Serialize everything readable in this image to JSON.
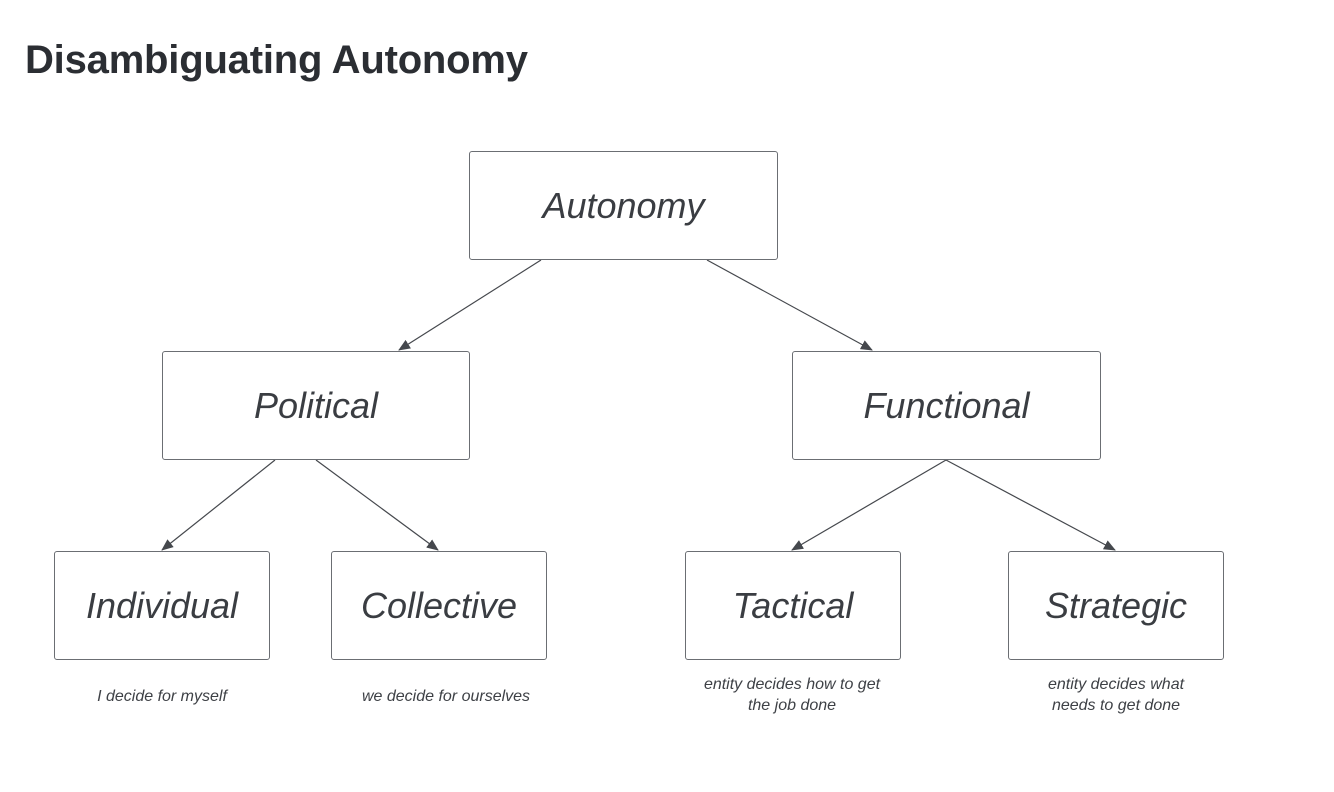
{
  "page": {
    "title": "Disambiguating Autonomy"
  },
  "diagram": {
    "nodes": {
      "root": {
        "label": "Autonomy"
      },
      "political": {
        "label": "Political"
      },
      "functional": {
        "label": "Functional"
      },
      "individual": {
        "label": "Individual"
      },
      "collective": {
        "label": "Collective"
      },
      "tactical": {
        "label": "Tactical"
      },
      "strategic": {
        "label": "Strategic"
      }
    },
    "edges": [
      {
        "from": "Autonomy",
        "to": "Political"
      },
      {
        "from": "Autonomy",
        "to": "Functional"
      },
      {
        "from": "Political",
        "to": "Individual"
      },
      {
        "from": "Political",
        "to": "Collective"
      },
      {
        "from": "Functional",
        "to": "Tactical"
      },
      {
        "from": "Functional",
        "to": "Strategic"
      }
    ],
    "captions": {
      "individual": "I decide for myself",
      "collective": "we decide for ourselves",
      "tactical_line1": "entity decides how to get",
      "tactical_line2": "the job done",
      "strategic_line1": "entity decides what",
      "strategic_line2": "needs to get done"
    },
    "colors": {
      "line": "#45484d",
      "border": "#6b6e73",
      "text": "#3a3d42"
    }
  }
}
